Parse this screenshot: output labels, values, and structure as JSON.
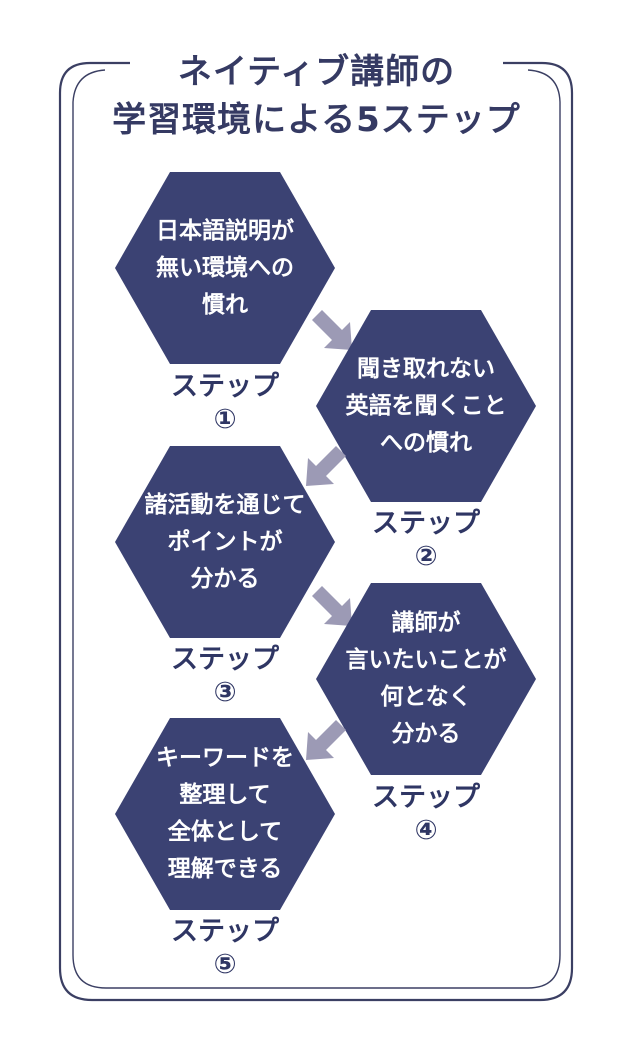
{
  "title": {
    "line1": "ネイティブ講師の",
    "line2": "学習環境による5ステップ"
  },
  "colors": {
    "hexagon": "#3b4273",
    "arrow": "#9c9ab5",
    "frame": "#3b3f63",
    "text": "#2f3664"
  },
  "steps": [
    {
      "lines": [
        "日本語説明が",
        "無い環境への",
        "慣れ"
      ],
      "label": "ステップ",
      "number": "①"
    },
    {
      "lines": [
        "聞き取れない",
        "英語を聞くこと",
        "への慣れ"
      ],
      "label": "ステップ",
      "number": "②"
    },
    {
      "lines": [
        "諸活動を通じて",
        "ポイントが",
        "分かる"
      ],
      "label": "ステップ",
      "number": "③"
    },
    {
      "lines": [
        "講師が",
        "言いたいことが",
        "何となく",
        "分かる"
      ],
      "label": "ステップ",
      "number": "④"
    },
    {
      "lines": [
        "キーワードを",
        "整理して",
        "全体として",
        "理解できる"
      ],
      "label": "ステップ",
      "number": "⑤"
    }
  ]
}
